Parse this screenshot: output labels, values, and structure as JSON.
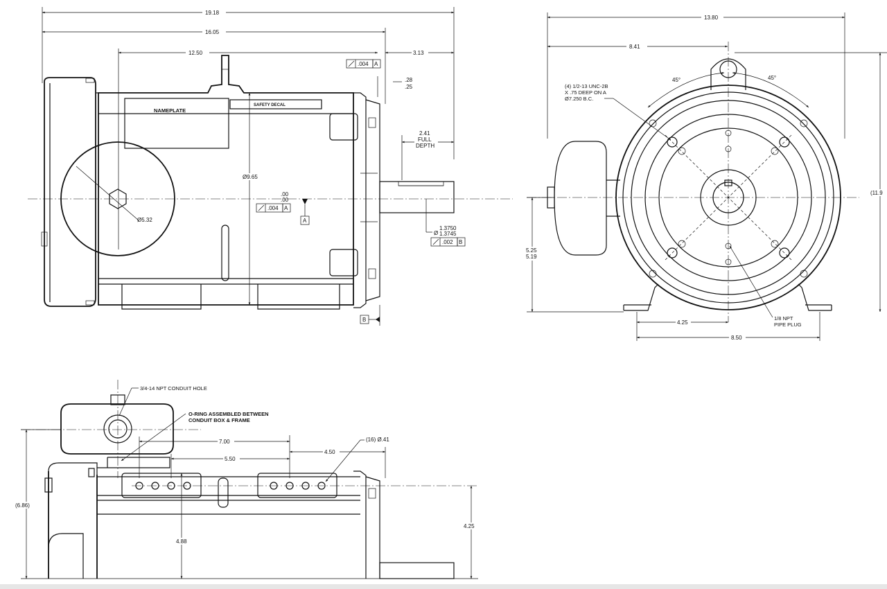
{
  "side_view": {
    "dim_overall": "19.18",
    "dim_frame": "16.05",
    "dim_mount": "12.50",
    "dim_shaft_ext": "3.13",
    "dim_shoulder_top": ".28",
    "dim_shoulder_bottom": ".25",
    "dim_full_depth_value": "2.41",
    "dim_full_depth_line1": "FULL",
    "dim_full_depth_line2": "DEPTH",
    "dim_frame_dia": "Ø9.65",
    "dim_fan_dia": "Ø5.32",
    "dim_flat_top": ".00",
    "dim_flat_bottom": ".00",
    "shaft_dia_top": "1.3750",
    "shaft_dia_bottom": "1.3745",
    "shaft_dia_symbol": "Ø",
    "tol_top_value": ".004",
    "tol_top_datum": "A",
    "tol_mid_value": ".004",
    "tol_mid_datum": "A",
    "tol_shaft_value": ".002",
    "tol_shaft_datum": "B",
    "datum_a": "A",
    "datum_b": "B",
    "nameplate": "NAMEPLATE",
    "safety_decal": "SAFETY DECAL"
  },
  "end_view": {
    "dim_width": "13.80",
    "dim_half_width": "8.41",
    "dim_height": "(11.9",
    "angle_left": "45°",
    "angle_right": "45°",
    "bolt_note_line1": "(4) 1/2-13 UNC-2B",
    "bolt_note_line2": "X .75 DEEP ON A",
    "bolt_note_line3": "Ø7.250 B.C.",
    "dim_shaft_height_top": "5.25",
    "dim_shaft_height_bottom": "5.19",
    "dim_half_foot": "4.25",
    "dim_foot_span": "8.50",
    "plug_note_line1": "1/8 NPT",
    "plug_note_line2": "PIPE PLUG"
  },
  "top_view": {
    "conduit_note": "3/4-14 NPT CONDUIT HOLE",
    "oring_note_line1": "O-RING ASSEMBLED BETWEEN",
    "oring_note_line2": "CONDUIT BOX & FRAME",
    "dim_7": "7.00",
    "dim_550": "5.50",
    "dim_450": "4.50",
    "holes_note": "(16) Ø.41",
    "dim_height": "(6.86)",
    "dim_488": "4.88",
    "dim_425": "4.25"
  }
}
